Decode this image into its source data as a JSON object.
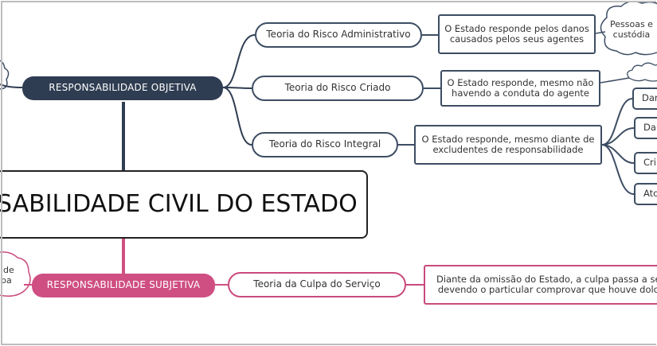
{
  "central_title": "SABILIDADE CIVIL DO ESTADO",
  "branches": {
    "objetiva": {
      "label": "RESPONSABILIDADE OBJETIVA",
      "color": "#2f3d52",
      "theories": [
        {
          "label": "Teoria do Risco Administrativo",
          "desc": [
            "O Estado responde pelos danos",
            "causados pelos seus agentes"
          ]
        },
        {
          "label": "Teoria do Risco Criado",
          "desc": [
            "O Estado responde, mesmo não",
            "havendo a conduta do agente"
          ]
        },
        {
          "label": "Teoria do Risco Integral",
          "desc": [
            "O Estado responde, mesmo diante de",
            "excludentes de responsabilidade"
          ]
        }
      ],
      "cases": [
        "Dan",
        "Dan",
        "Cri",
        "Ato"
      ],
      "cloud": [
        "Pessoas e",
        "custódia"
      ]
    },
    "subjetiva": {
      "label": "RESPONSABILIDADE SUBJETIVA",
      "color": "#cf4f82",
      "theory": "Teoria da Culpa do Serviço",
      "desc": [
        "Diante da omissão do Estado, a culpa passa a se",
        "devendo o particular comprovar que houve dolo"
      ],
      "cloud": [
        "de",
        "lpa"
      ]
    }
  }
}
